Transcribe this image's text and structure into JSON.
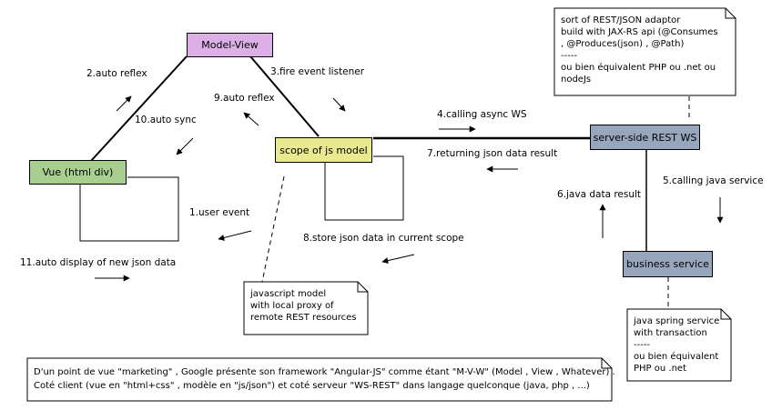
{
  "nodes": {
    "model_view": "Model-View",
    "vue": "Vue (html div)",
    "scope": "scope of js model",
    "server": "server-side REST WS",
    "business": "business service"
  },
  "arrows": {
    "a1": "1.user event",
    "a2": "2.auto reflex",
    "a3": "3.fire event listener",
    "a4": "4.calling async WS",
    "a5": "5.calling java service",
    "a6": "6.java data result",
    "a7": "7.returning json data result",
    "a8": "8.store json data in current scope",
    "a9": "9.auto reflex",
    "a10": "10.auto sync",
    "a11": "11.auto display of new json data"
  },
  "notes": {
    "server_note": [
      "sort of REST/JSON adaptor",
      "build with JAX-RS api (@Consumes",
      ", @Produces(json) , @Path)",
      "-----",
      "ou bien équivalent PHP ou .net ou",
      "nodeJs"
    ],
    "js_note": [
      "javascript model",
      "with local proxy of",
      "remote REST resources"
    ],
    "business_note": [
      "java spring service",
      "with transaction",
      "-----",
      "ou bien équivalent",
      "PHP ou .net"
    ],
    "footer_note": [
      "D'un point de vue \"marketing\" , Google présente son framework \"Angular-JS\" comme étant \"M-V-W\" (Model , View , Whatever) .",
      "Coté client (vue en \"html+css\" , modèle en \"js/json\") et coté serveur \"WS-REST\" dans langage quelconque (java, php , ...)"
    ]
  }
}
